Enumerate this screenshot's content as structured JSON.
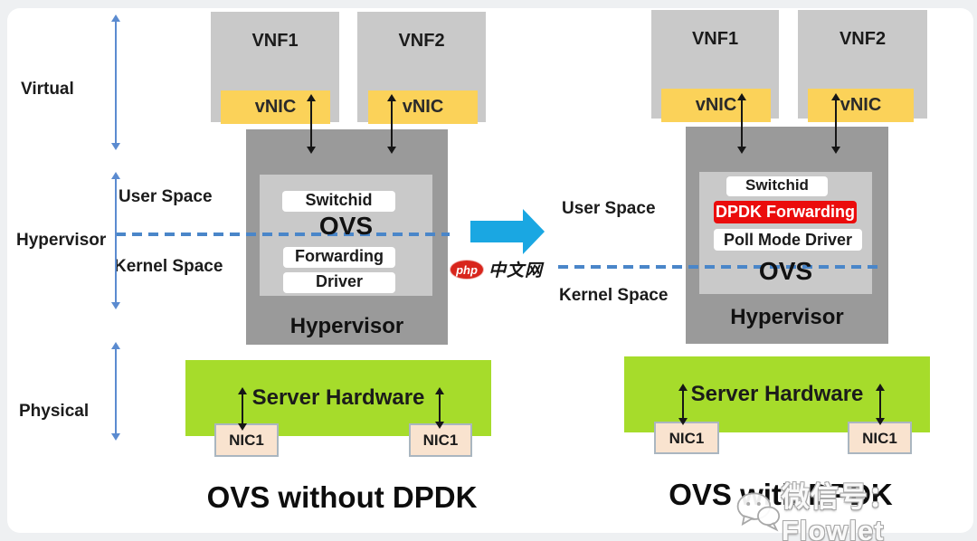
{
  "layers": {
    "virtual": "Virtual",
    "hypervisor": "Hypervisor",
    "physical": "Physical"
  },
  "shared": {
    "vnf1": "VNF1",
    "vnf2": "VNF2",
    "vnic": "vNIC",
    "nic1": "NIC1",
    "user_space": "User Space",
    "kernel_space": "Kernel Space",
    "switchid": "Switchid",
    "ovs": "OVS",
    "hypervisor": "Hypervisor",
    "server_hardware": "Server Hardware"
  },
  "left_diagram": {
    "forwarding": "Forwarding",
    "driver": "Driver",
    "caption": "OVS without DPDK"
  },
  "right_diagram": {
    "dpdk_forwarding": "DPDK Forwarding",
    "poll_mode_driver": "Poll Mode Driver",
    "caption": "OVS with DPDK"
  },
  "logo": {
    "php": "php",
    "site": "中文网"
  },
  "watermark": {
    "text": "微信号：Flowlet",
    "icon": "wechat-icon"
  },
  "colors": {
    "dpdk-red": "#eb0c0c",
    "hw-green": "#a6dc2b",
    "vnic-yellow": "#fbd259",
    "dash-blue": "#4a86c9",
    "arrow-blue": "#5b8bd0",
    "mid-arrow-blue": "#1aa7e2"
  }
}
